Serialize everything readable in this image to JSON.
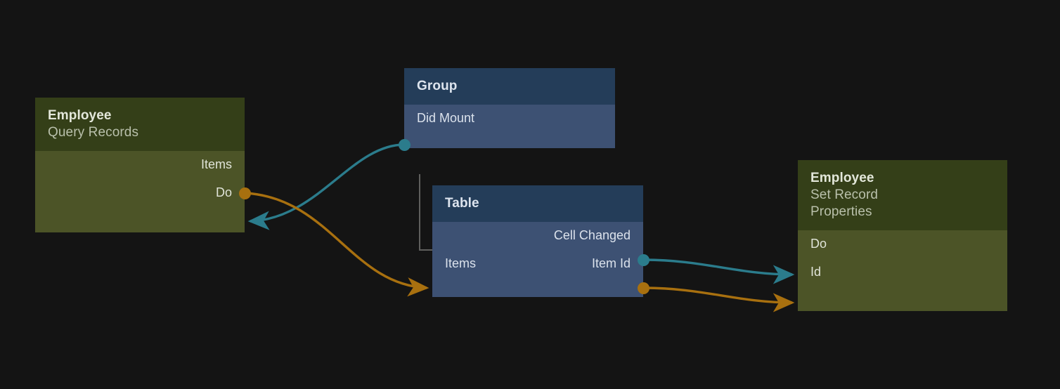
{
  "canvas": {
    "background_color": "#141414",
    "edge_colors": {
      "data": "#a8700f",
      "event": "#2b7c8c"
    },
    "hierarchy_line_color": "#5f5f5d"
  },
  "nodes": [
    {
      "id": "employee-query-records",
      "kind": "record",
      "title": "Employee",
      "subtitle": "Query Records",
      "header_color": "#343f18",
      "body_color": "#4c5427",
      "ports": [
        {
          "name": "Items",
          "direction": "out",
          "type": "data",
          "marker": "dot",
          "color": "#a8700f"
        },
        {
          "name": "Do",
          "direction": "in",
          "type": "event",
          "marker": "arrow",
          "color": "#2b7c8c"
        }
      ]
    },
    {
      "id": "group",
      "kind": "component",
      "title": "Group",
      "subtitle": "",
      "header_color": "#243d59",
      "body_color": "#3d5173",
      "ports": [
        {
          "name": "Did Mount",
          "direction": "out",
          "type": "event",
          "marker": "dot",
          "color": "#2b7c8c"
        }
      ]
    },
    {
      "id": "table",
      "kind": "component",
      "title": "Table",
      "subtitle": "",
      "header_color": "#243d59",
      "body_color": "#3d5173",
      "ports": [
        {
          "name": "Cell Changed",
          "direction": "out",
          "type": "event",
          "marker": "dot",
          "color": "#2b7c8c"
        },
        {
          "name": "Items",
          "direction": "in",
          "type": "data",
          "marker": "arrow",
          "color": "#a8700f"
        },
        {
          "name": "Item Id",
          "direction": "out",
          "type": "data",
          "marker": "dot",
          "color": "#a8700f"
        }
      ]
    },
    {
      "id": "employee-set-record-properties",
      "kind": "record",
      "title": "Employee",
      "subtitle": "Set Record\nProperties",
      "subtitle_line_1": "Set Record",
      "subtitle_line_2": "Properties",
      "header_color": "#343f18",
      "body_color": "#4c5427",
      "ports": [
        {
          "name": "Do",
          "direction": "in",
          "type": "event",
          "marker": "arrow",
          "color": "#2b7c8c"
        },
        {
          "name": "Id",
          "direction": "in",
          "type": "data",
          "marker": "arrow",
          "color": "#a8700f"
        }
      ]
    }
  ],
  "edges": [
    {
      "from": "group.Did Mount",
      "to": "employee-query-records.Do",
      "type": "event",
      "color": "#2b7c8c"
    },
    {
      "from": "employee-query-records.Items",
      "to": "table.Items",
      "type": "data",
      "color": "#a8700f"
    },
    {
      "from": "table.Cell Changed",
      "to": "employee-set-record-properties.Do",
      "type": "event",
      "color": "#2b7c8c"
    },
    {
      "from": "table.Item Id",
      "to": "employee-set-record-properties.Id",
      "type": "data",
      "color": "#a8700f"
    }
  ],
  "hierarchy": [
    {
      "parent": "group",
      "child": "table"
    }
  ]
}
